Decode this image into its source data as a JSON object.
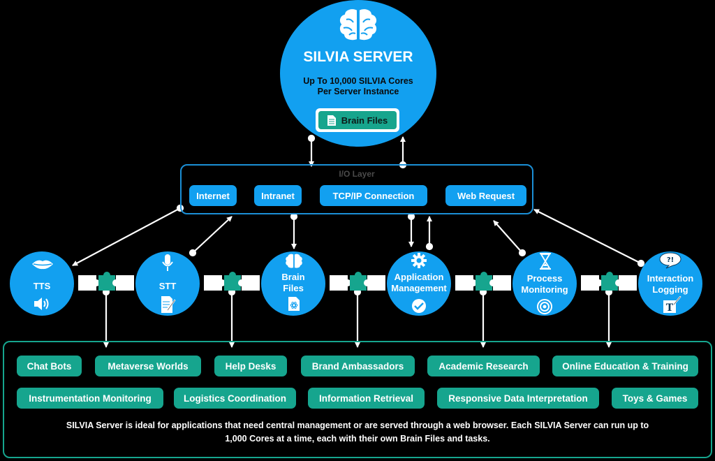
{
  "server": {
    "title": "SILVIA SERVER",
    "subtitle_line1": "Up To 10,000 SILVIA Cores",
    "subtitle_line2": "Per Server Instance",
    "brain_files_label": "Brain Files"
  },
  "io_layer": {
    "title": "I/O Layer",
    "items": [
      "Internet",
      "Intranet",
      "TCP/IP Connection",
      "Web Request"
    ]
  },
  "modules": [
    {
      "line1": "TTS",
      "line2": ""
    },
    {
      "line1": "STT",
      "line2": ""
    },
    {
      "line1": "Brain",
      "line2": "Files"
    },
    {
      "line1": "Application",
      "line2": "Management"
    },
    {
      "line1": "Process",
      "line2": "Monitoring"
    },
    {
      "line1": "Interaction",
      "line2": "Logging"
    }
  ],
  "applications": {
    "row1": [
      "Chat Bots",
      "Metaverse Worlds",
      "Help Desks",
      "Brand Ambassadors",
      "Academic Research",
      "Online Education & Training"
    ],
    "row2": [
      "Instrumentation Monitoring",
      "Logistics Coordination",
      "Information Retrieval",
      "Responsive Data Interpretation",
      "Toys & Games"
    ]
  },
  "footer": {
    "line1": "SILVIA Server is ideal for applications that need central management or are served through a web browser. Each SILVIA Server can run up to",
    "line2": "1,000 Cores at a time, each with their own Brain Files and tasks."
  },
  "colors": {
    "blue": "#12a0f0",
    "teal": "#16a58e",
    "background": "#000000"
  }
}
